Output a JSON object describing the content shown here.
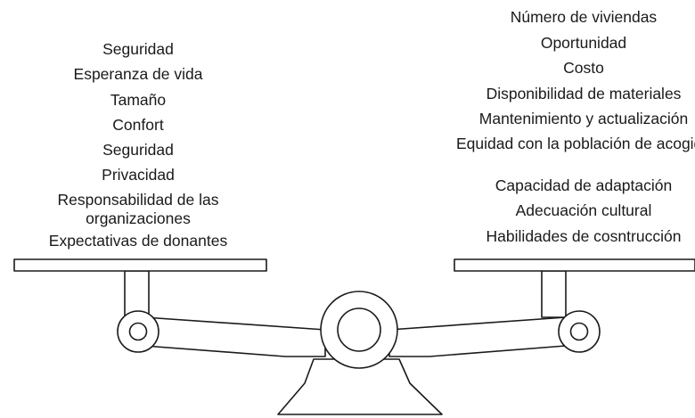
{
  "left_side": {
    "items": [
      "Seguridad",
      "Esperanza de vida",
      "Tamaño",
      "Confort",
      "Seguridad",
      "Privacidad",
      "Responsabilidad de las organizaciones",
      "Expectativas de donantes"
    ]
  },
  "right_side": {
    "items": [
      "Número de viviendas",
      "Oportunidad",
      "Costo",
      "Disponibilidad de materiales",
      "Mantenimiento y actualización",
      "Equidad con la población de acogida",
      "Capacidad de adaptación",
      "Adecuación cultural",
      "Habilidades de cosntrucción"
    ]
  }
}
